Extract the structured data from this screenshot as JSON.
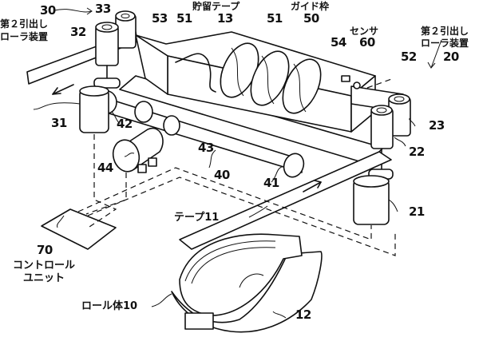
{
  "figure": {
    "title": "Tape feeding apparatus with second pull-out roller devices, tape storage guide frame, and control unit",
    "components": [
      {
        "ref": "10",
        "name": "ロール体",
        "label": "ロール体10"
      },
      {
        "ref": "11",
        "name": "テープ",
        "label": "テープ11"
      },
      {
        "ref": "12",
        "name": "",
        "label": "12"
      },
      {
        "ref": "13",
        "name": "貯留テープ",
        "label": "13"
      },
      {
        "ref": "20",
        "name": "第２引出しローラ装置",
        "label": "20"
      },
      {
        "ref": "21",
        "name": "",
        "label": "21"
      },
      {
        "ref": "22",
        "name": "",
        "label": "22"
      },
      {
        "ref": "23",
        "name": "",
        "label": "23"
      },
      {
        "ref": "30",
        "name": "第２引出しローラ装置",
        "label": "30"
      },
      {
        "ref": "31",
        "name": "",
        "label": "31"
      },
      {
        "ref": "32",
        "name": "",
        "label": "32"
      },
      {
        "ref": "33",
        "name": "",
        "label": "33"
      },
      {
        "ref": "40",
        "name": "",
        "label": "40"
      },
      {
        "ref": "41",
        "name": "",
        "label": "41"
      },
      {
        "ref": "42",
        "name": "",
        "label": "42"
      },
      {
        "ref": "43",
        "name": "",
        "label": "43"
      },
      {
        "ref": "44",
        "name": "",
        "label": "44"
      },
      {
        "ref": "50",
        "name": "ガイド枠",
        "label": "50"
      },
      {
        "ref": "51",
        "name": "",
        "label": "51"
      },
      {
        "ref": "52",
        "name": "",
        "label": "52"
      },
      {
        "ref": "53",
        "name": "",
        "label": "53"
      },
      {
        "ref": "54",
        "name": "",
        "label": "54"
      },
      {
        "ref": "60",
        "name": "センサ",
        "label": "60"
      },
      {
        "ref": "70",
        "name": "コントロールユニット",
        "label": "70"
      }
    ]
  },
  "labels": {
    "n30": "30",
    "n33": "33",
    "n32": "32",
    "roller30_line1": "第２引出し",
    "roller30_line2": "ローラ装置",
    "n53": "53",
    "n51a": "51",
    "n13": "13",
    "n51b": "51",
    "n50": "50",
    "stored_tape": "貯留テープ",
    "guide_frame": "ガイド枠",
    "sensor": "センサ",
    "n54": "54",
    "n60": "60",
    "n52": "52",
    "roller20_line1": "第２引出し",
    "roller20_line2": "ローラ装置",
    "n20": "20",
    "n31": "31",
    "n42": "42",
    "n23": "23",
    "n22": "22",
    "n43": "43",
    "n44": "44",
    "n40": "40",
    "n41": "41",
    "n21": "21",
    "tape11": "テープ11",
    "n70": "70",
    "control_line1": "コントロール",
    "control_line2": "ユニット",
    "roll10": "ロール体10",
    "n12": "12"
  }
}
